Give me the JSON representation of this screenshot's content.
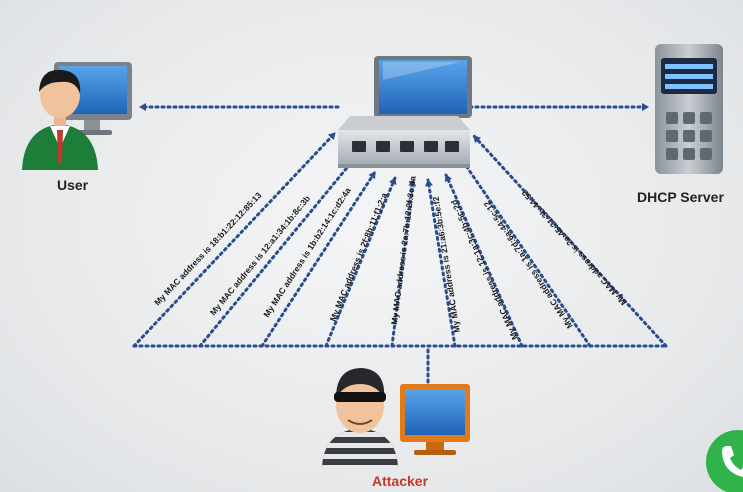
{
  "nodes": {
    "user": {
      "label": "User"
    },
    "dhcp_server": {
      "label": "DHCP Server"
    },
    "attacker": {
      "label": "Attacker"
    }
  },
  "mac_messages": [
    "My MAC address is 18:b1:22:12:85:13",
    "My MAC address is 12:a1:34:1b:8c:3b",
    "My MAC address is 1b:b2:14:1c:d2:4a",
    "My MAC address is 2f:8b:11:f1:2:a",
    "My MAC address is 2a:7b:12:2f:3c:4a",
    "My MAC address is 21:a6:3b:5e:f2",
    "My MAC address is 12:1a:3c:4b:5c:2d",
    "My MAC address is 1a:7d:6a:44:5c:12",
    "My MAC address is 2a:45:21:3b:44:52"
  ],
  "colors": {
    "dotted_line": "#2a4d8f",
    "attacker_label": "#c0392b",
    "call_button": "#2fb34a"
  },
  "icons": [
    "user-icon",
    "switch-icon",
    "laptop-icon",
    "server-icon",
    "attacker-icon",
    "monitor-icon",
    "phone-icon"
  ]
}
